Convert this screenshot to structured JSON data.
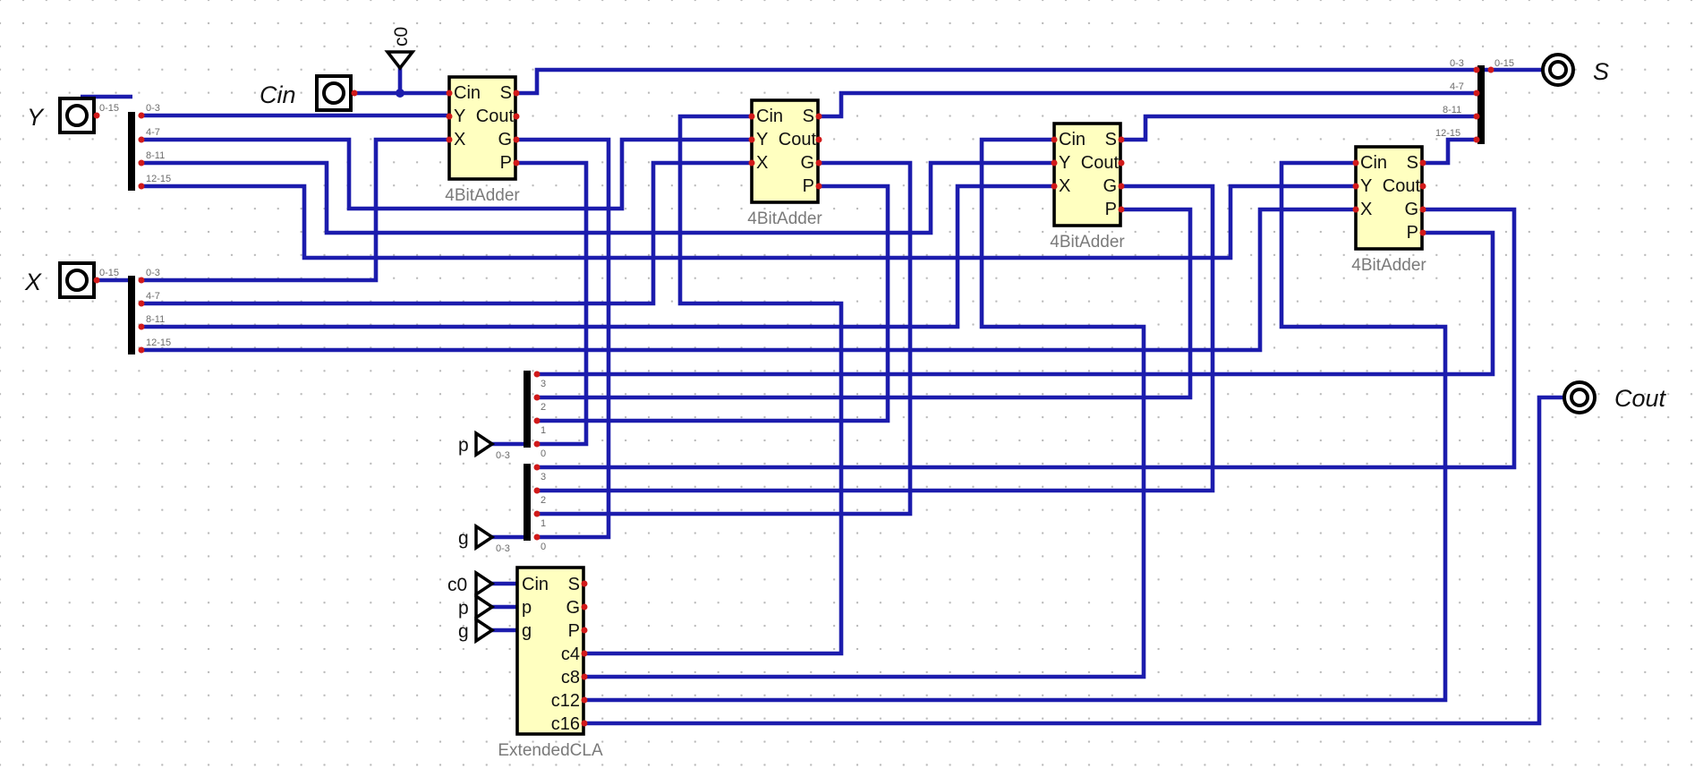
{
  "io": {
    "y_label": "Y",
    "x_label": "X",
    "cin_label": "Cin",
    "s_label": "S",
    "cout_label": "Cout",
    "y_width": "0-15",
    "x_width": "0-15",
    "s_width": "0-15"
  },
  "splitter_taps": {
    "t0": "0-3",
    "t1": "4-7",
    "t2": "8-11",
    "t3": "12-15"
  },
  "bus_taps": {
    "b3": "3",
    "b2": "2",
    "b1": "1",
    "b0": "0"
  },
  "tunnels": {
    "c0": "c0",
    "p": "p",
    "g": "g",
    "bus_width": "0-3"
  },
  "adder": {
    "name": "4BitAdder",
    "ports": {
      "cin": "Cin",
      "y": "Y",
      "x": "X",
      "s": "S",
      "cout": "Cout",
      "g": "G",
      "p": "P"
    }
  },
  "cla": {
    "name": "ExtendedCLA",
    "ports": {
      "cin": "Cin",
      "p": "p",
      "g": "g",
      "s": "S",
      "G": "G",
      "P": "P",
      "c4": "c4",
      "c8": "c8",
      "c12": "c12",
      "c16": "c16"
    }
  },
  "colors": {
    "wire": "#1c1cad",
    "chip_fill": "#ffffc0",
    "pin": "#d11a1a",
    "grid_dot": "#b9b9b9"
  },
  "icons": {
    "input_pin": "square-pin-icon",
    "output_pin": "double-circle-pin-icon",
    "tunnel": "triangle-tunnel-icon"
  }
}
